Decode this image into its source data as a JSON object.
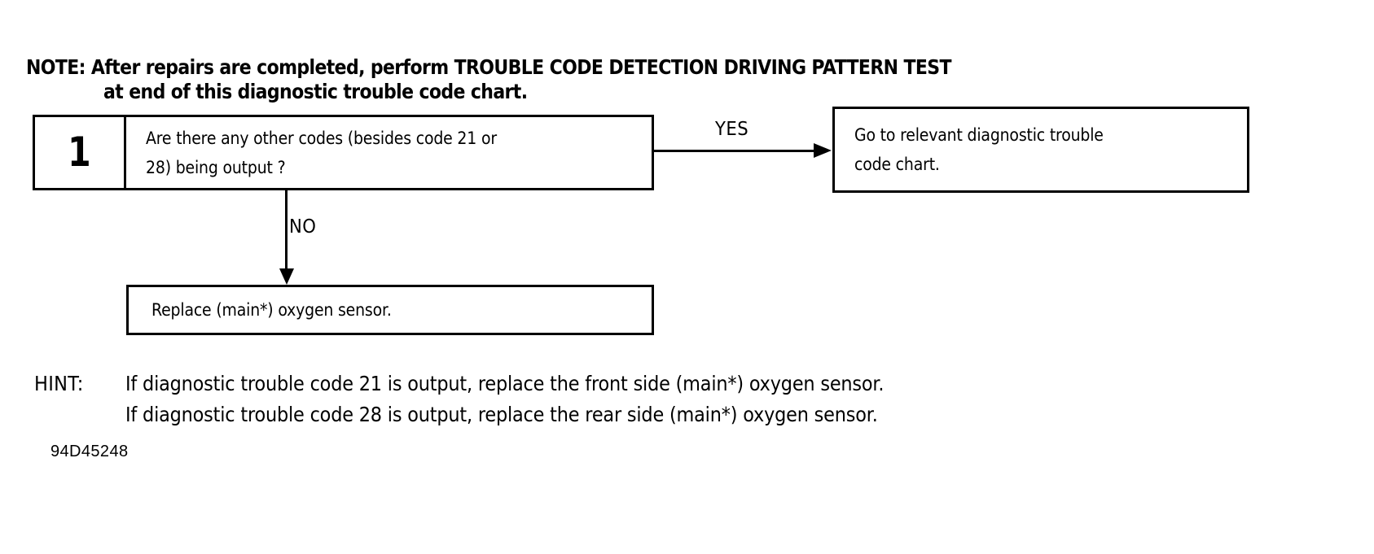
{
  "colors": {
    "ink": "#000000",
    "paper": "#ffffff"
  },
  "note": {
    "line1": "NOTE: After repairs are completed, perform TROUBLE CODE DETECTION DRIVING PATTERN TEST",
    "line2": "at end of this diagnostic trouble code chart."
  },
  "flow": {
    "step1": {
      "number": "1",
      "question_line1": "Are there any other codes (besides code 21 or",
      "question_line2": "28) being output ?"
    },
    "branches": {
      "yes_label": "YES",
      "no_label": "NO"
    },
    "goto_box": {
      "line1": "Go to relevant diagnostic trouble",
      "line2": "code chart."
    },
    "replace_box": {
      "line1": "Replace (main*) oxygen sensor."
    }
  },
  "hint": {
    "label": "HINT:",
    "line1": "If diagnostic trouble code 21 is output, replace the front side (main*) oxygen sensor.",
    "line2": "If diagnostic trouble code 28 is output, replace the rear side (main*) oxygen sensor."
  },
  "figure_id": "94D45248"
}
